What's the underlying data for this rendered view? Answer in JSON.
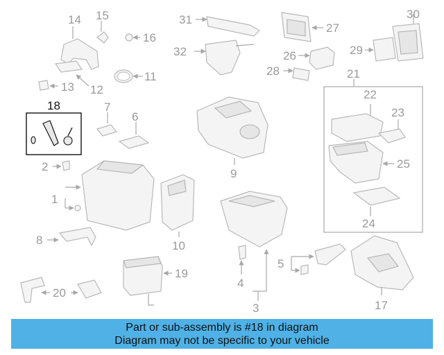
{
  "diagram": {
    "highlight_color": "#1a1a1a",
    "part_color": "#a8a8a8",
    "selected_part": "18",
    "labels": {
      "l1": "1",
      "l2": "2",
      "l3": "3",
      "l4": "4",
      "l5": "5",
      "l6": "6",
      "l7": "7",
      "l8": "8",
      "l9": "9",
      "l10": "10",
      "l11": "11",
      "l12": "12",
      "l13": "13",
      "l14": "14",
      "l15": "15",
      "l16": "16",
      "l17": "17",
      "l18": "18",
      "l19": "19",
      "l20": "20",
      "l21": "21",
      "l22": "22",
      "l23": "23",
      "l24": "24",
      "l25": "25",
      "l26": "26",
      "l27": "27",
      "l28": "28",
      "l29": "29",
      "l30": "30",
      "l31": "31",
      "l32": "32"
    }
  },
  "banner": {
    "color": "#4fb1e6",
    "line1": "Part or sub-assembly is #18 in diagram",
    "line2": "Diagram may not be specific to your vehicle"
  }
}
